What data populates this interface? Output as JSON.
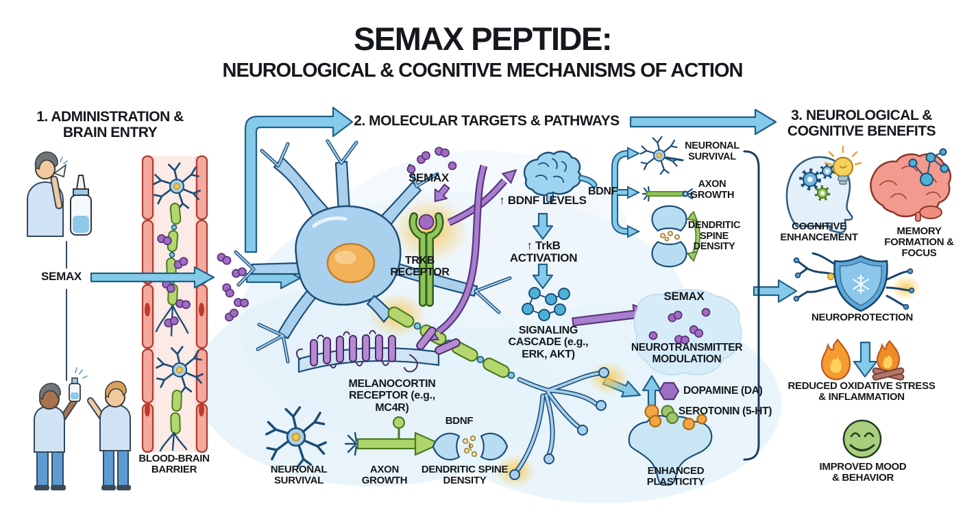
{
  "title": {
    "main": "SEMAX PEPTIDE:",
    "sub": "NEUROLOGICAL & COGNITIVE MECHANISMS OF ACTION"
  },
  "section1": {
    "heading": "1. ADMINISTRATION & BRAIN ENTRY",
    "semax_label": "SEMAX",
    "blood_brain_barrier": "BLOOD-BRAIN BARRIER"
  },
  "section2": {
    "heading": "2. MOLECULAR TARGETS & PATHWAYS",
    "semax_ligand": "SEMAX",
    "trkb_receptor": "TRKB RECEPTOR",
    "bdnf_levels": "↑ BDNF LEVELS",
    "trkb_activation": "↑ TrkB ACTIVATION",
    "signaling_cascade": "SIGNALING CASCADE (e.g., ERK, AKT)",
    "bdnf_hub": "BDNF",
    "branch_neuronal_survival": "NEURONAL SURVIVAL",
    "branch_axon_growth": "AXON GROWTH",
    "branch_dendritic_spine": "DENDRITIC SPINE DENSITY",
    "melanocortin_receptor": "MELANOCORTIN RECEPTOR (e.g., MC4R)",
    "bottom_neuronal_survival": "NEURONAL SURVIVAL",
    "bottom_axon_growth": "AXON GROWTH",
    "bottom_bdnf": "BDNF",
    "bottom_dendritic_spine": "DENDRITIC SPINE DENSITY",
    "semax_modulation": "SEMAX",
    "neurotransmitter_modulation": "NEUROTRANSMITTER MODULATION",
    "dopamine": "DOPAMINE (DA)",
    "serotonin": "SEROTONIN (5-HT)",
    "enhanced_plasticity": "ENHANCED PLASTICITY"
  },
  "section3": {
    "heading": "3. NEUROLOGICAL & COGNITIVE BENEFITS",
    "benefits": [
      {
        "label": "COGNITIVE ENHANCEMENT",
        "icon": "head-gears-lightbulb-icon"
      },
      {
        "label": "MEMORY FORMATION & FOCUS",
        "icon": "brain-molecule-icon"
      },
      {
        "label": "NEUROPROTECTION",
        "icon": "shield-neuron-icon"
      },
      {
        "label": "REDUCED OXIDATIVE STRESS & INFLAMMATION",
        "icon": "flames-down-arrow-icon"
      },
      {
        "label": "IMPROVED MOOD & BEHAVIOR",
        "icon": "smiley-face-icon"
      }
    ]
  },
  "icons": {
    "nasal_spray": "nasal-spray-icon",
    "blood_vessel": "blood-vessel-icon",
    "neuron": "neuron-icon",
    "brain": "brain-icon",
    "synapse": "synapse-icon",
    "molecule": "semax-molecule-icon"
  },
  "colors": {
    "arrow_blue": "#85cbe9",
    "arrow_blue_stroke": "#1f5f8a",
    "purple": "#a87fd0",
    "purple_dark": "#5b3579",
    "myelin_green": "#b3d76e",
    "neuron_blue": "#a9d0ec",
    "nucleus_orange": "#f3b257",
    "vessel_pink": "#fbdbd6",
    "vessel_wall": "#f4aa9e",
    "glow_orange": "#f9c74f",
    "smiley_green": "#a9cf7e",
    "flame_orange": "#f59b31",
    "brain_pink": "#f29a8d",
    "text": "#15181c"
  }
}
